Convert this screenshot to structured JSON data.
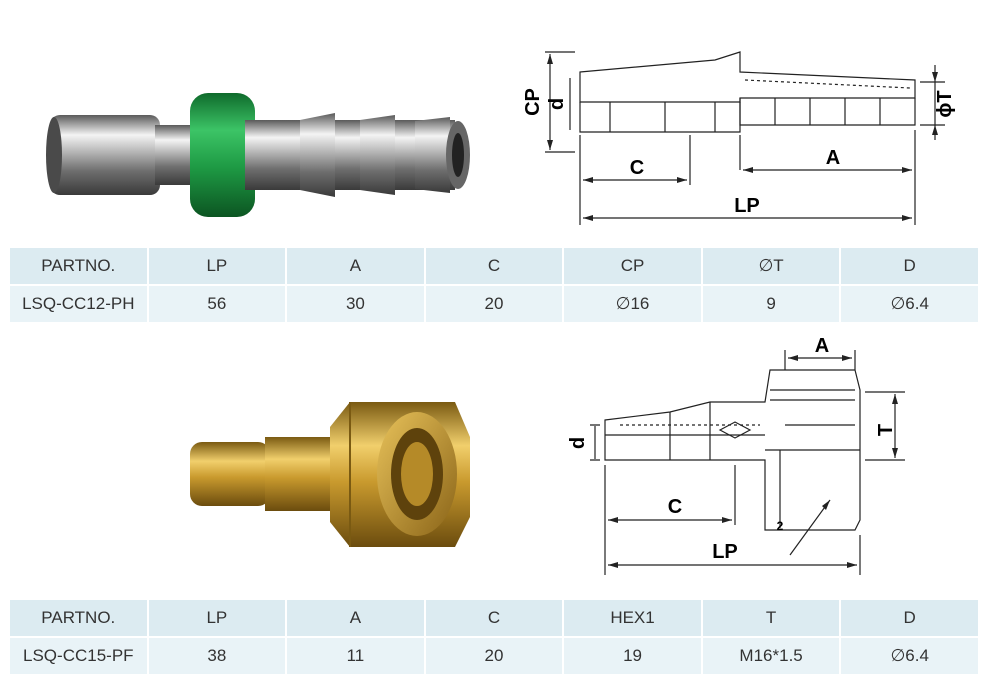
{
  "table1": {
    "headers": [
      "PARTNO.",
      "LP",
      "A",
      "C",
      "CP",
      "∅T",
      "D"
    ],
    "row": [
      "LSQ-CC12-PH",
      "56",
      "30",
      "20",
      "∅16",
      "9",
      "∅6.4"
    ]
  },
  "table2": {
    "headers": [
      "PARTNO.",
      "LP",
      "A",
      "C",
      "HEX1",
      "T",
      "D"
    ],
    "row": [
      "LSQ-CC15-PF",
      "38",
      "11",
      "20",
      "19",
      "M16*1.5",
      "∅6.4"
    ]
  },
  "drawing1": {
    "labels": {
      "cp": "CP",
      "d": "d",
      "c": "C",
      "a": "A",
      "lp": "LP",
      "t": "ϕT"
    }
  },
  "drawing2": {
    "labels": {
      "a": "A",
      "d": "d",
      "t": "T",
      "c": "C",
      "lp": "LP",
      "two": "2"
    }
  },
  "colors": {
    "header_bg": "#dcebf1",
    "row_bg": "#e9f3f7",
    "green_ring": "#1e9a44",
    "brass": "#c99a2e"
  }
}
